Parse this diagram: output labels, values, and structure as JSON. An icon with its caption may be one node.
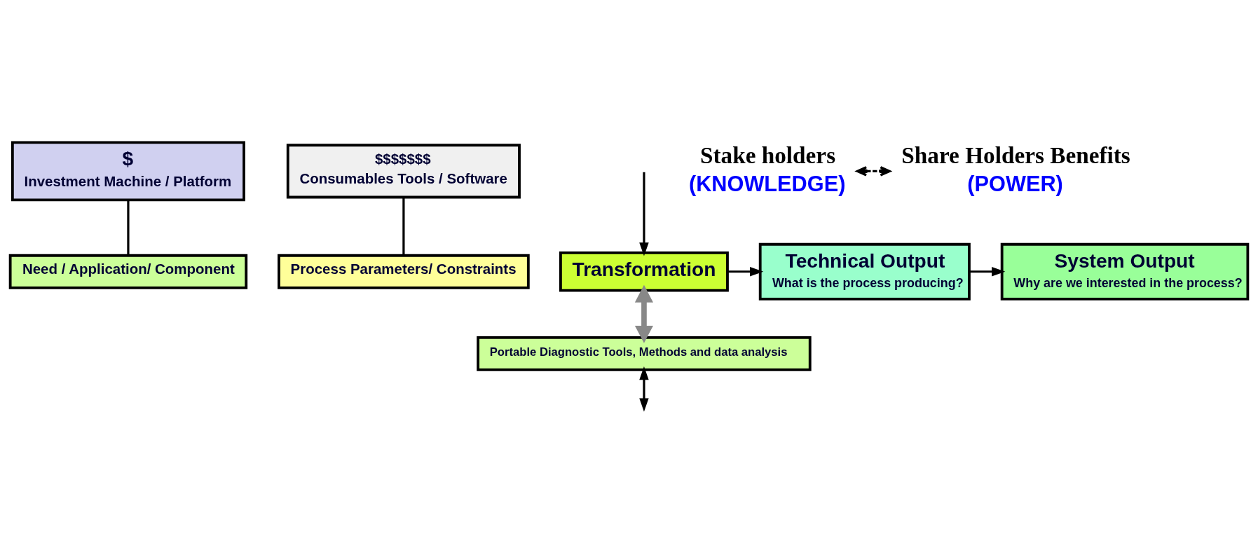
{
  "diagram": {
    "nodes": [
      {
        "text": [
          "$",
          "Investment Machine / Platform"
        ]
      },
      {
        "text": [
          "$$$$$$$",
          "Consumables Tools / Software"
        ]
      },
      {
        "text": [
          "Need / Application/ Component"
        ]
      },
      {
        "text": [
          "Process Parameters/ Constraints"
        ]
      },
      {
        "text": [
          "Transformation"
        ]
      },
      {
        "text": [
          "Portable Diagnostic Tools, Methods and data analysis"
        ]
      },
      {
        "text": [
          "Technical Output",
          "What is the process producing?"
        ]
      },
      {
        "text": [
          "System Output",
          "Why are we interested in the process?"
        ]
      },
      {
        "text": [
          "Stake holders"
        ],
        "beside": [
          "(KNOWLEDGE)"
        ]
      },
      {
        "text": [
          "Share Holders Benefits"
        ],
        "beside": [
          "(POWER)"
        ]
      }
    ],
    "edges": [
      {
        "from": 0,
        "to": 2,
        "arrow": "none"
      },
      {
        "from": 1,
        "to": 3,
        "arrow": "none"
      },
      {
        "from": null,
        "to": 4,
        "arrow": "to"
      },
      {
        "from": 4,
        "to": 6,
        "arrow": "to"
      },
      {
        "from": 6,
        "to": 7,
        "arrow": "to"
      },
      {
        "from": 4,
        "to": 5,
        "arrow": "both",
        "style": "thick",
        "color": "#888888"
      },
      {
        "from": 5,
        "to": null,
        "arrow": "both"
      },
      {
        "from": 8,
        "to": 9,
        "arrow": "both",
        "style": "dashed"
      }
    ]
  }
}
